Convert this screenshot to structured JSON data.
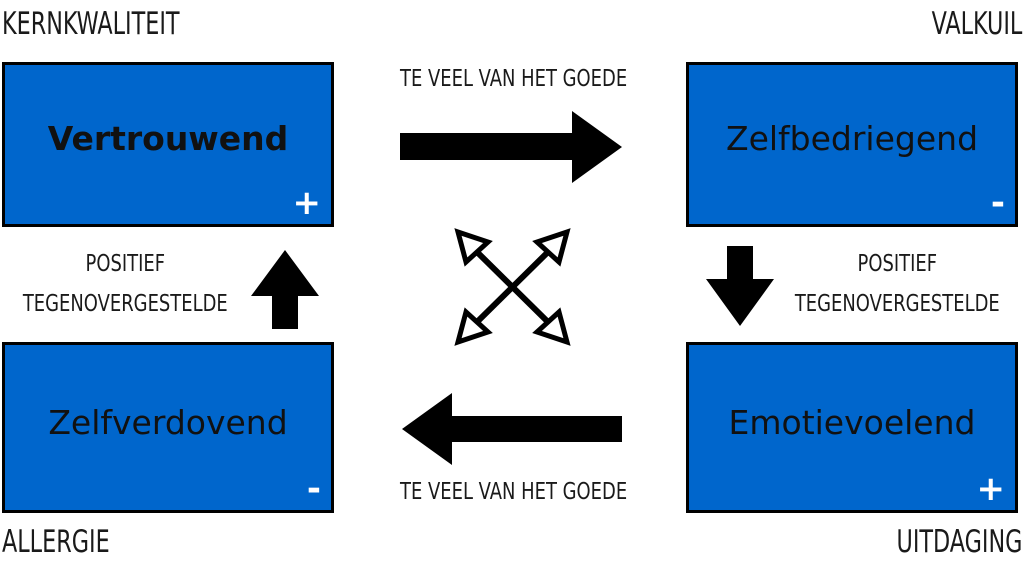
{
  "corners": {
    "top_left": "KERNKWALITEIT",
    "top_right": "VALKUIL",
    "bottom_left": "ALLERGIE",
    "bottom_right": "UITDAGING"
  },
  "boxes": {
    "top_left": {
      "label": "Vertrouwend",
      "sign": "+"
    },
    "top_right": {
      "label": "Zelfbedriegend",
      "sign": "-"
    },
    "bottom_left": {
      "label": "Zelfverdovend",
      "sign": "-"
    },
    "bottom_right": {
      "label": "Emotievoelend",
      "sign": "+"
    }
  },
  "captions": {
    "top": "TE VEEL VAN HET GOEDE",
    "bottom": "TE VEEL VAN HET GOEDE"
  },
  "side_labels": {
    "left": [
      "POSITIEF",
      "TEGENOVERGESTELDE"
    ],
    "right": [
      "POSITIEF",
      "TEGENOVERGESTELDE"
    ]
  },
  "colors": {
    "box_fill": "#0066cc",
    "box_border": "#000000",
    "arrow": "#000000",
    "sign": "#ffffff"
  },
  "icons": [
    "arrow-right-icon",
    "arrow-left-icon",
    "arrow-up-icon",
    "arrow-down-icon",
    "cross-arrows-icon"
  ]
}
